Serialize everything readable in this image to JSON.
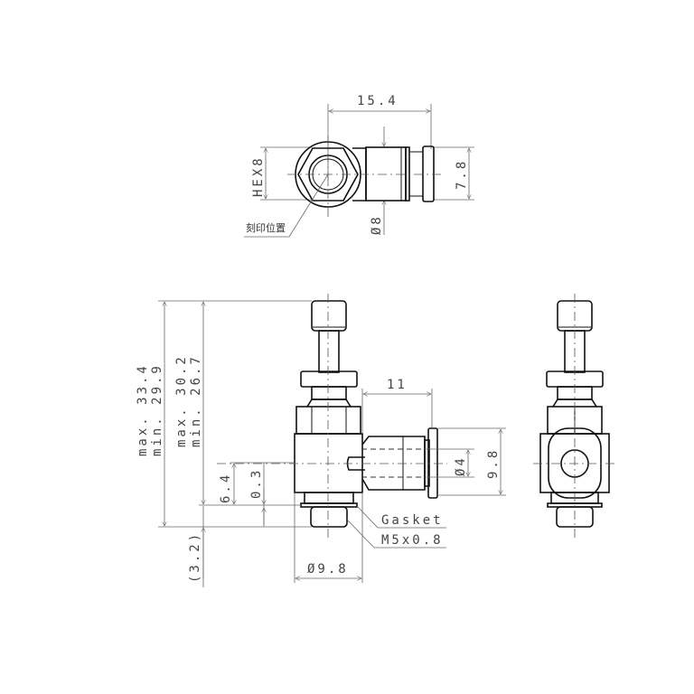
{
  "drawing": {
    "title": "Speed controller elbow fitting technical drawing",
    "top_view": {
      "width_dim": "15.4",
      "hex_dim": "HEX8",
      "height_dim": "7.8",
      "tube_dim": "Ø8",
      "marking_label": "刻印位置"
    },
    "front_view": {
      "overall_max": "max. 33.4",
      "overall_min": "min. 29.9",
      "body_max": "max. 30.2",
      "body_min": "min. 26.7",
      "port_height": "6.4",
      "gasket_offset": "0.3",
      "thread_length": "(3.2)",
      "elbow_reach": "11",
      "port_dia": "Ø4",
      "release_dia": "9.8",
      "body_dia": "Ø9.8",
      "gasket_label": "Gasket",
      "thread_label": "M5x0.8"
    }
  }
}
